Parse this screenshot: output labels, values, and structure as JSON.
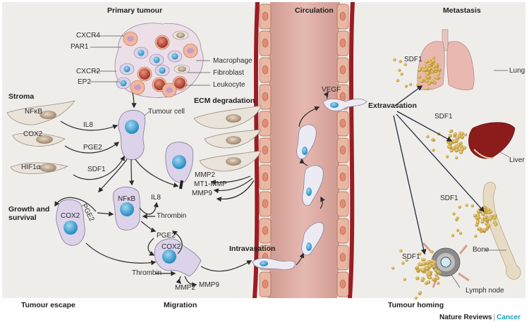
{
  "sections": {
    "primary_tumour": "Primary tumour",
    "circulation": "Circulation",
    "metastasis": "Metastasis",
    "stroma": "Stroma",
    "ecm_degradation": "ECM degradation",
    "growth_and_survival": "Growth and\nsurvival",
    "tumour_escape": "Tumour escape",
    "migration": "Migration",
    "intravasation": "Intravasation",
    "extravasation": "Extravasation",
    "tumour_homing": "Tumour homing"
  },
  "receptors": [
    "CXCR4",
    "PAR1",
    "CXCR2",
    "EP2"
  ],
  "cell_types": [
    "Macrophage",
    "Fibroblast",
    "Leukocyte"
  ],
  "tumour_cell_label": "Tumour cell",
  "stroma_cells": [
    {
      "label": "NFκB",
      "signal": "IL8"
    },
    {
      "label": "COX2",
      "signal": "PGE2"
    },
    {
      "label": "HIF1α",
      "signal": "SDF1"
    }
  ],
  "ecm_factors": [
    "MMP2",
    "MT1-MMP",
    "MMP9"
  ],
  "growth_cell": {
    "label": "COX2",
    "signal": "PGE2"
  },
  "nfkb_cell": {
    "label": "NFκB",
    "signal_out": "IL8",
    "signal_in": "Thrombin"
  },
  "migration_cell": {
    "label": "COX2",
    "signal_loop": "PGE2",
    "signal_in": "Thrombin",
    "outputs": [
      "MMP2",
      "MMP9"
    ]
  },
  "circulation_signal": "VEGF",
  "organs": [
    {
      "name": "Lung",
      "chemokine": "SDF1"
    },
    {
      "name": "Liver",
      "chemokine": "SDF1"
    },
    {
      "name": "Bone",
      "chemokine": "SDF1"
    },
    {
      "name": "Lymph node",
      "chemokine": "SDF1"
    }
  ],
  "footer": {
    "publisher": "Nature Reviews",
    "journal": "Cancer"
  },
  "colors": {
    "background": "#efedea",
    "vessel_wall": "#9b1c22",
    "vessel_lumen": "#d8a39b",
    "endothelial": "#e9b8a4",
    "tumour_cell": "#dcd3ea",
    "nucleus": "#3aa0cf",
    "fibroblast": "#e9e3da",
    "macrophage": "#f0b79b",
    "leukocyte": "#c4513f",
    "sdf1_dots": "#d9b556",
    "lung": "#e9b8b0",
    "liver": "#8c1b1b",
    "bone": "#e7dcc3",
    "journal_accent": "#1aa3b8"
  }
}
